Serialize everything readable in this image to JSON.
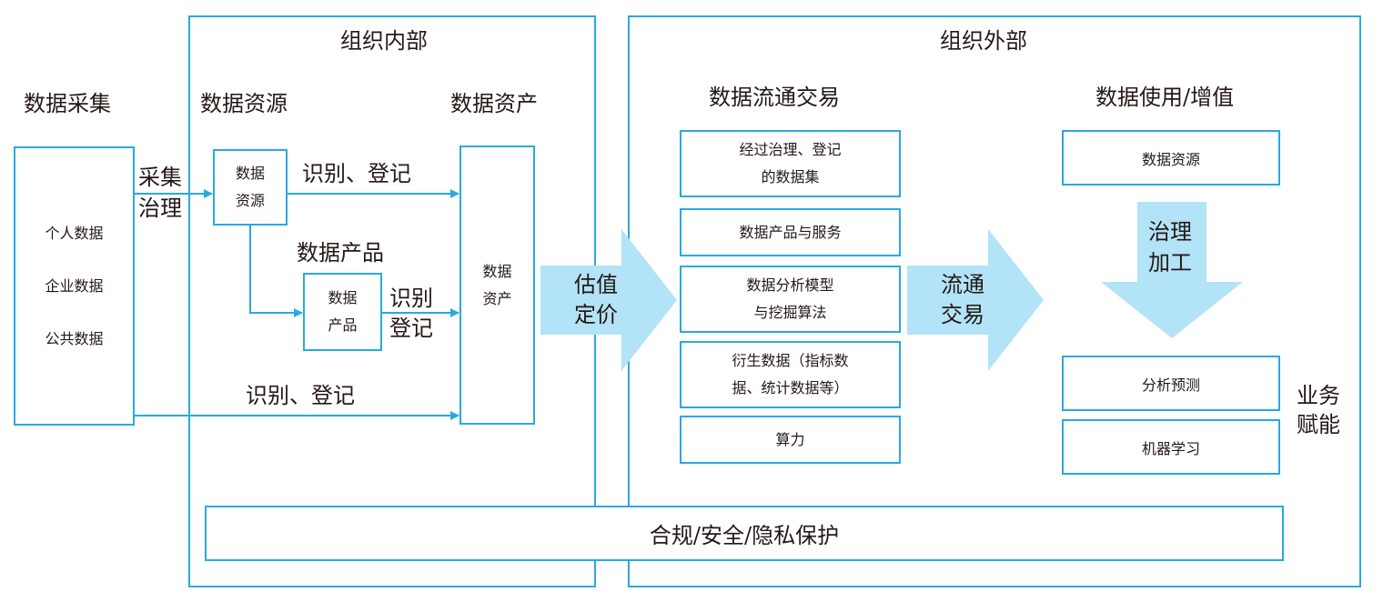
{
  "colors": {
    "line": "#29a9e1",
    "arrow_fill": "#b3e3f7",
    "text": "#231815"
  },
  "collection": {
    "title": "数据采集",
    "items": [
      "个人数据",
      "企业数据",
      "公共数据"
    ],
    "arrow_label_line1": "采集",
    "arrow_label_line2": "治理"
  },
  "inside": {
    "title": "组织内部",
    "resource_header": "数据资源",
    "asset_header": "数据资产",
    "resource_box_line1": "数据",
    "resource_box_line2": "资源",
    "identify_register_top": "识别、登记",
    "product_header": "数据产品",
    "product_box_line1": "数据",
    "product_box_line2": "产品",
    "identify_line1": "识别",
    "register_line2": "登记",
    "identify_register_bottom": "识别、登记",
    "asset_box_line1": "数据",
    "asset_box_line2": "资产"
  },
  "valuation": {
    "line1": "估值",
    "line2": "定价"
  },
  "outside": {
    "title": "组织外部",
    "trade_header": "数据流通交易",
    "trade_items": [
      {
        "line1": "经过治理、登记",
        "line2": "的数据集"
      },
      {
        "line1": "数据产品与服务",
        "line2": ""
      },
      {
        "line1": "数据分析模型",
        "line2": "与挖掘算法"
      },
      {
        "line1": "衍生数据（指标数",
        "line2": "据、统计数据等）"
      },
      {
        "line1": "算力",
        "line2": ""
      }
    ],
    "circulation": {
      "line1": "流通",
      "line2": "交易"
    },
    "use_header": "数据使用/增值",
    "use_resource": "数据资源",
    "process": {
      "line1": "治理",
      "line2": "加工"
    },
    "use_items": [
      "分析预测",
      "机器学习"
    ],
    "empower": {
      "line1": "业务",
      "line2": "赋能"
    }
  },
  "compliance": "合规/安全/隐私保护"
}
